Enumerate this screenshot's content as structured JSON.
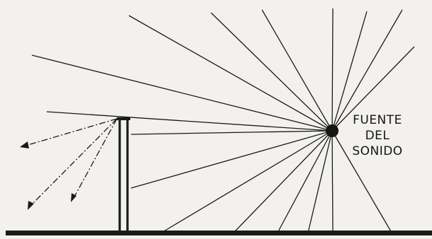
{
  "source_label": {
    "lines": [
      "FUENTE",
      "DEL",
      "SONIDO"
    ]
  },
  "colors": {
    "paper": "#f2f1ee",
    "ink": "#1a1a1a"
  }
}
